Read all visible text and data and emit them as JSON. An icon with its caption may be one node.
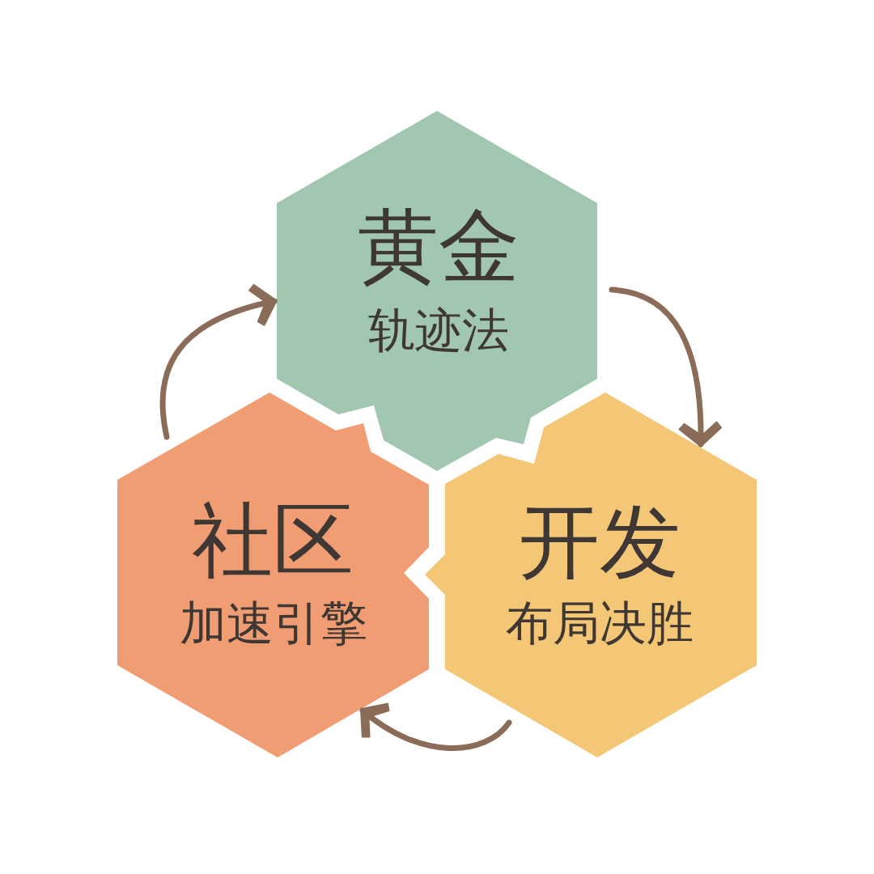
{
  "diagram": {
    "nodes": [
      {
        "text": [
          "黄金",
          "轨迹法"
        ]
      },
      {
        "text": [
          "社区",
          "加速引擎"
        ]
      },
      {
        "text": [
          "开发",
          "布局决胜"
        ]
      }
    ],
    "edges": [
      {
        "from": 0,
        "to": 2,
        "arrow": "to"
      },
      {
        "from": 2,
        "to": 1,
        "arrow": "to"
      },
      {
        "from": 1,
        "to": 0,
        "arrow": "to"
      }
    ]
  }
}
